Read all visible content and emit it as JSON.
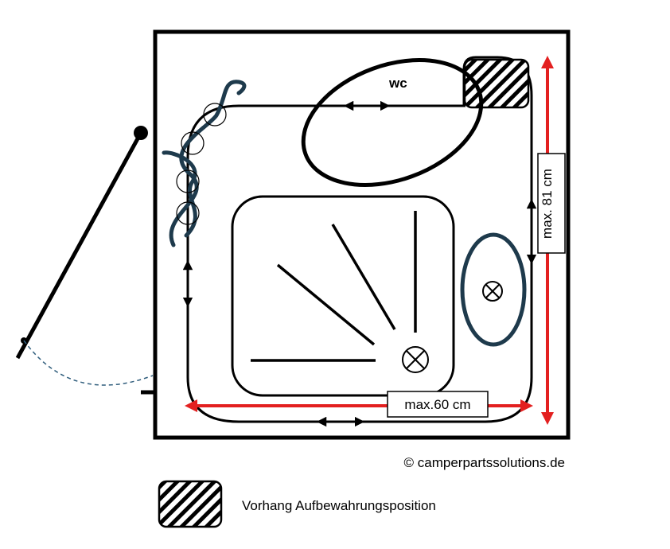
{
  "labels": {
    "wc": "wc",
    "width_dimension": "max.60 cm",
    "depth_dimension": "max. 81 cm",
    "copyright": "© camperpartssolutions.de"
  },
  "legend": {
    "hatched_box": "Vorhang Aufbewahrungsposition"
  },
  "colors": {
    "outline": "#000000",
    "dimension_arrow": "#e32020",
    "curtain": "#1e3a4c",
    "door_swing": "#2f5d7c"
  },
  "icons": [
    "drain-icon",
    "ceiling-light-icon",
    "hatched-storage-icon"
  ]
}
